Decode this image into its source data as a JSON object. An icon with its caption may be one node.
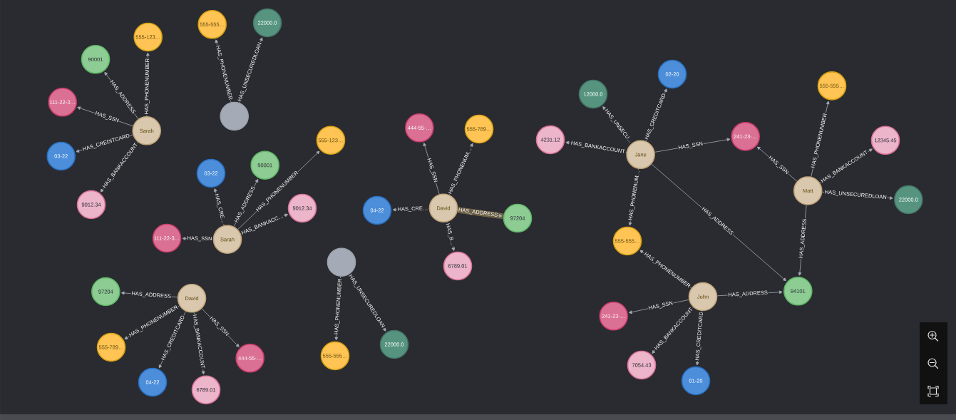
{
  "diagram": {
    "nodes": [
      {
        "text": [
          "Sarah"
        ]
      },
      {
        "text": [
          "90001"
        ]
      },
      {
        "text": [
          "555-123…"
        ]
      },
      {
        "text": [
          "111-22-3…"
        ]
      },
      {
        "text": [
          "03-22"
        ]
      },
      {
        "text": [
          "9012.34"
        ]
      },
      {
        "text": [
          "555-555…"
        ]
      },
      {
        "text": [
          "22000.0"
        ]
      },
      {
        "text": [],
        "shape": "circle"
      },
      {
        "text": [
          "Sarah"
        ]
      },
      {
        "text": [
          "03-22"
        ]
      },
      {
        "text": [
          "90001"
        ]
      },
      {
        "text": [
          "555-123…"
        ]
      },
      {
        "text": [
          "9012.34"
        ]
      },
      {
        "text": [
          "111-22-3…"
        ]
      },
      {
        "text": [
          "David"
        ]
      },
      {
        "text": [
          "97204"
        ]
      },
      {
        "text": [
          "555-789…"
        ]
      },
      {
        "text": [
          "04-22"
        ]
      },
      {
        "text": [
          "6789.01"
        ]
      },
      {
        "text": [
          "444-55-…"
        ]
      },
      {
        "text": [],
        "shape": "circle"
      },
      {
        "text": [
          "555-555…"
        ]
      },
      {
        "text": [
          "22000.0"
        ]
      },
      {
        "text": [
          "David"
        ]
      },
      {
        "text": [
          "444-55-…"
        ]
      },
      {
        "text": [
          "555-789…"
        ]
      },
      {
        "text": [
          "04-22"
        ]
      },
      {
        "text": [
          "97204"
        ]
      },
      {
        "text": [
          "6789.01"
        ]
      },
      {
        "text": [
          "Jane"
        ]
      },
      {
        "text": [
          "12000.0"
        ]
      },
      {
        "text": [
          "02-20"
        ]
      },
      {
        "text": [
          "4231.12"
        ]
      },
      {
        "text": [
          "241-23-…"
        ]
      },
      {
        "text": [
          "555-555…"
        ]
      },
      {
        "text": [
          "Matt"
        ]
      },
      {
        "text": [
          "555-555…"
        ]
      },
      {
        "text": [
          "12345.45"
        ]
      },
      {
        "text": [
          "22000.0"
        ]
      },
      {
        "text": [
          "John"
        ]
      },
      {
        "text": [
          "94101"
        ]
      },
      {
        "text": [
          "241-23-…"
        ]
      },
      {
        "text": [
          "7054.43"
        ]
      },
      {
        "text": [
          "01-20"
        ]
      }
    ],
    "edges": [
      {
        "from": 0,
        "to": 1,
        "arrow": "to",
        "label": "HAS_ADDRESS"
      },
      {
        "from": 0,
        "to": 2,
        "arrow": "to",
        "label": "HAS_PHONENUMBER"
      },
      {
        "from": 0,
        "to": 3,
        "arrow": "to",
        "label": "HAS_SSN"
      },
      {
        "from": 0,
        "to": 4,
        "arrow": "to",
        "label": "HAS_CREDITCARD"
      },
      {
        "from": 0,
        "to": 5,
        "arrow": "to",
        "label": "HAS_BANKACCOUNT"
      },
      {
        "from": 8,
        "to": 6,
        "arrow": "to",
        "label": "HAS_PHONENUMBER"
      },
      {
        "from": 8,
        "to": 7,
        "arrow": "to",
        "label": "HAS_UNSECUREDLOAN"
      },
      {
        "from": 9,
        "to": 10,
        "arrow": "to",
        "label": "HAS_CRE…"
      },
      {
        "from": 9,
        "to": 11,
        "arrow": "to",
        "label": "HAS_ADDRESS"
      },
      {
        "from": 9,
        "to": 12,
        "arrow": "to",
        "label": "HAS_PHONENUMBER"
      },
      {
        "from": 9,
        "to": 13,
        "arrow": "to",
        "label": "HAS_BANKACC…"
      },
      {
        "from": 9,
        "to": 14,
        "arrow": "to",
        "label": "HAS_SSN"
      },
      {
        "from": 15,
        "to": 16,
        "arrow": "to",
        "label": "HAS_ADDRESS"
      },
      {
        "from": 15,
        "to": 17,
        "arrow": "to",
        "label": "HAS_PHONENUMBER"
      },
      {
        "from": 15,
        "to": 18,
        "arrow": "to",
        "label": "HAS_CREDITCARD"
      },
      {
        "from": 15,
        "to": 19,
        "arrow": "to",
        "label": "HAS_BANKACCOUNT"
      },
      {
        "from": 15,
        "to": 20,
        "arrow": "to",
        "label": "HAS_SSN"
      },
      {
        "from": 21,
        "to": 22,
        "arrow": "to",
        "label": "HAS_PHONENUMBER"
      },
      {
        "from": 21,
        "to": 23,
        "arrow": "to",
        "label": "HAS_UNSECUREDLOAN"
      },
      {
        "from": 24,
        "to": 25,
        "arrow": "to",
        "label": "HAS_SSN"
      },
      {
        "from": 24,
        "to": 26,
        "arrow": "to",
        "label": "HAS_PHONENUM…"
      },
      {
        "from": 24,
        "to": 27,
        "arrow": "to",
        "label": "HAS_CRE…"
      },
      {
        "from": 24,
        "to": 28,
        "arrow": "to",
        "label": "HAS_ADDRESS",
        "style": "thick",
        "color": "#6b5f45"
      },
      {
        "from": 24,
        "to": 29,
        "arrow": "to",
        "label": "HAS_B…"
      },
      {
        "from": 30,
        "to": 31,
        "arrow": "to",
        "label": "HAS_UNSECU…"
      },
      {
        "from": 30,
        "to": 32,
        "arrow": "to",
        "label": "HAS_CREDITCARD"
      },
      {
        "from": 30,
        "to": 33,
        "arrow": "to",
        "label": "HAS_BANKACCOUNT"
      },
      {
        "from": 30,
        "to": 34,
        "arrow": "to",
        "label": "HAS_SSN"
      },
      {
        "from": 30,
        "to": 35,
        "arrow": "to",
        "label": "HAS_PHONENUM…"
      },
      {
        "from": 30,
        "to": 41,
        "arrow": "to",
        "label": "HAS_ADDRESS"
      },
      {
        "from": 36,
        "to": 34,
        "arrow": "to",
        "label": "HAS_SSN"
      },
      {
        "from": 36,
        "to": 37,
        "arrow": "to",
        "label": "HAS_PHONENUMBER"
      },
      {
        "from": 36,
        "to": 38,
        "arrow": "to",
        "label": "HAS_BANKACCOUNT"
      },
      {
        "from": 36,
        "to": 39,
        "arrow": "to",
        "label": "HAS_UNSECUREDLOAN"
      },
      {
        "from": 36,
        "to": 41,
        "arrow": "to",
        "label": "HAS_ADDRESS"
      },
      {
        "from": 40,
        "to": 35,
        "arrow": "to",
        "label": "HAS_PHONENUMBER"
      },
      {
        "from": 40,
        "to": 41,
        "arrow": "to",
        "label": "HAS_ADDRESS"
      },
      {
        "from": 40,
        "to": 42,
        "arrow": "to",
        "label": "HAS_SSN"
      },
      {
        "from": 40,
        "to": 43,
        "arrow": "to",
        "label": "HAS_BANKACCOUNT"
      },
      {
        "from": 40,
        "to": 44,
        "arrow": "to",
        "label": "HAS_CREDITCARD"
      }
    ]
  }
}
